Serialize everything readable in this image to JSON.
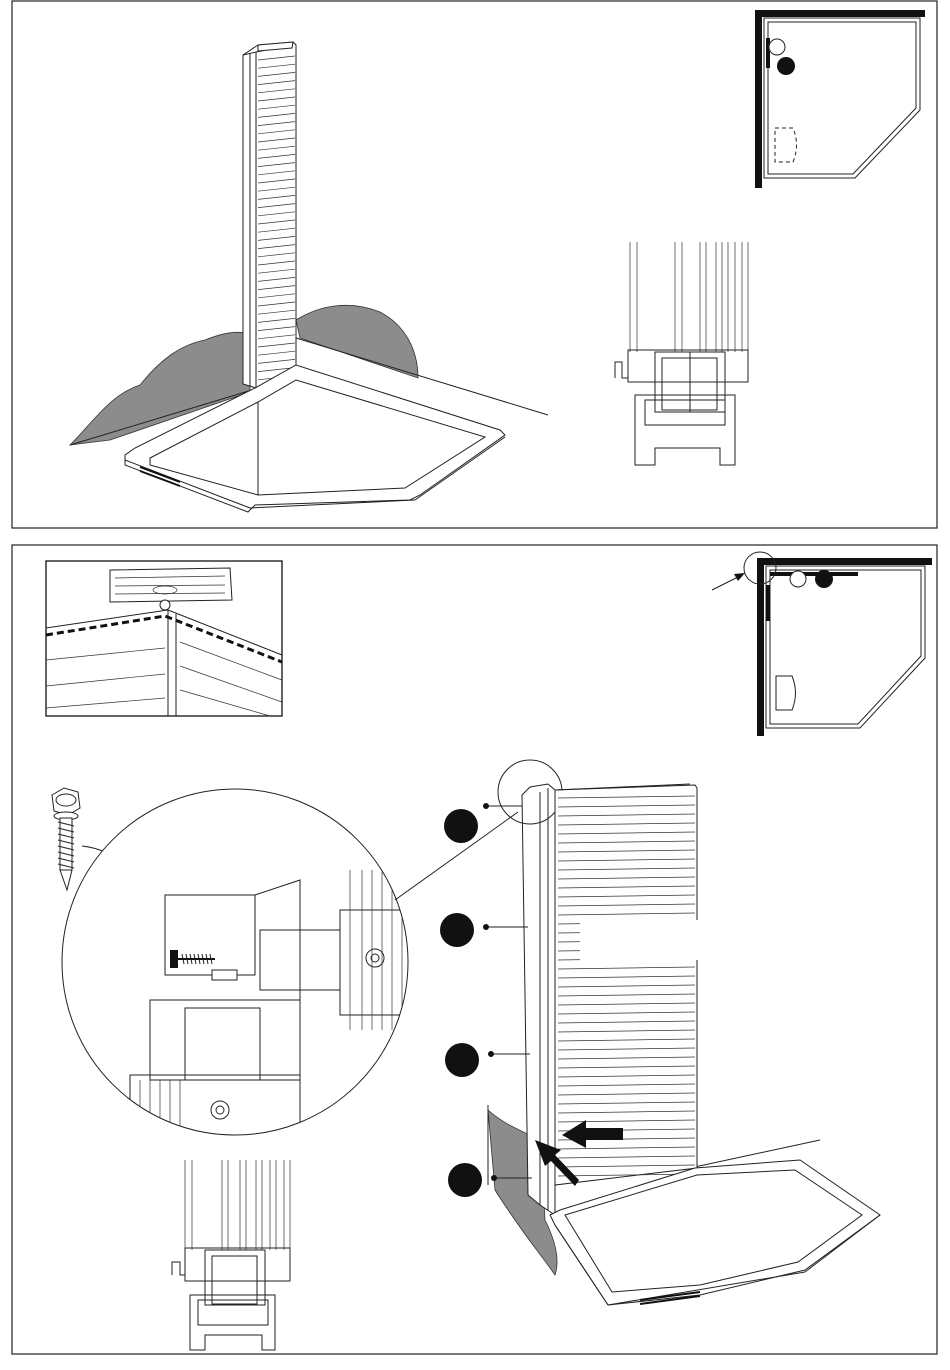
{
  "document": {
    "type": "assembly-instruction-sheet",
    "panels": [
      {
        "id": "step-top",
        "views": [
          "isometric-corner-wall-panel",
          "floor-plan-locator",
          "profile-section-detail"
        ],
        "locator": {
          "filled_marker": true,
          "open_marker": true
        }
      },
      {
        "id": "step-bottom",
        "views": [
          "roof-corner-inset",
          "floor-plan-locator",
          "screw-magnified-detail",
          "profile-section-detail",
          "isometric-screw-fixing"
        ],
        "screw_callouts": 4,
        "push_arrows": 2
      }
    ],
    "icons": [
      "self-drilling-screw-icon",
      "push-arrow-icon",
      "callout-dot-icon"
    ],
    "colors": {
      "line": "#222222",
      "ground": "#8c8c8c",
      "marker": "#111111",
      "background": "#ffffff"
    }
  }
}
